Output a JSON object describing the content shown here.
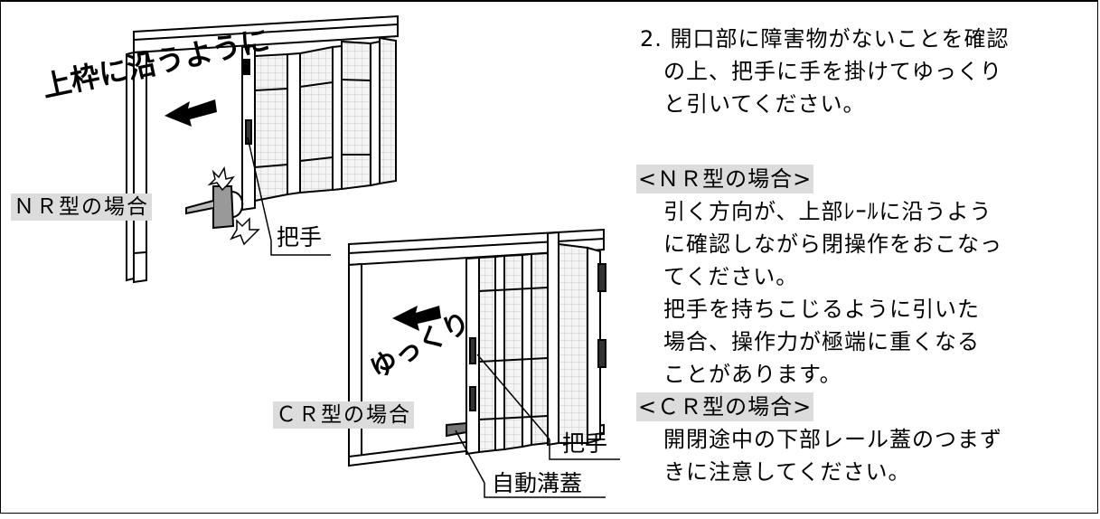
{
  "step2": {
    "lines": [
      "2. 開口部に障害物がないことを確認",
      "の上、把手に手を掛けてゆっくり",
      "と引いてください。"
    ]
  },
  "nr": {
    "heading": "<ＮＲ型の場合>",
    "lines": [
      "引く方向が、上部ﾚｰﾙに沿うよう",
      "に確認しながら閉操作をおこなっ",
      "てください。",
      "把手を持ちこじるように引いた",
      "場合、操作力が極端に重くなる",
      "ことがあります。"
    ]
  },
  "cr": {
    "heading": "<ＣＲ型の場合>",
    "lines": [
      "開閉途中の下部レール蓋のつまず",
      "きに注意してください。"
    ]
  },
  "illustration": {
    "slogan_top": "上枠に沿うように",
    "slogan_slow": "ゆっくり",
    "label_nr": "ＮＲ型の場合",
    "label_cr": "ＣＲ型の場合",
    "handle_top": "把手",
    "handle_bottom": "把手",
    "auto_cover": "自動溝蓋"
  }
}
